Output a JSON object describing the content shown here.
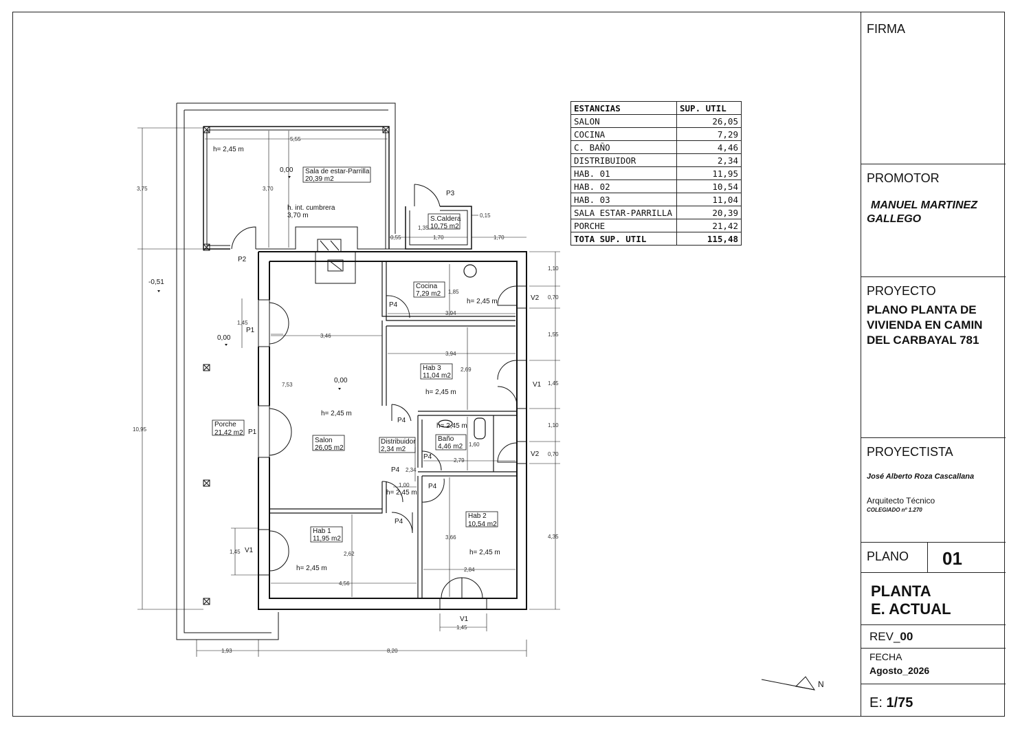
{
  "areas_table": {
    "header": {
      "name": "ESTANCIAS",
      "area": "SUP. UTIL"
    },
    "rows": [
      {
        "name": "SALON",
        "area": "26,05"
      },
      {
        "name": "COCINA",
        "area": "7,29"
      },
      {
        "name": "C. BAÑO",
        "area": "4,46"
      },
      {
        "name": "DISTRIBUIDOR",
        "area": "2,34"
      },
      {
        "name": "HAB. 01",
        "area": "11,95"
      },
      {
        "name": "HAB. 02",
        "area": "10,54"
      },
      {
        "name": "HAB. 03",
        "area": "11,04"
      },
      {
        "name": "SALA ESTAR-PARRILLA",
        "area": "20,39"
      },
      {
        "name": "PORCHE",
        "area": "21,42"
      }
    ],
    "total": {
      "name": "TOTA SUP. UTIL",
      "area": "115,48"
    }
  },
  "rooms": {
    "sala": {
      "name": "Sala de estar-Parrilla",
      "area": "20,39 m2",
      "height": "h= 2,45 m",
      "level": "0,00",
      "cumbrera_1": "h. int. cumbrera",
      "cumbrera_2": "3,70 m"
    },
    "caldera": {
      "name": "S.Caldera",
      "area": "10,75 m2"
    },
    "cocina": {
      "name": "Cocina",
      "area": "7,29 m2",
      "height": "h= 2,45 m"
    },
    "hab3": {
      "name": "Hab 3",
      "area": "11,04 m2",
      "height": "h= 2,45 m"
    },
    "salon": {
      "name": "Salon",
      "area": "26,05 m2",
      "height": "h= 2,45 m",
      "level": "0,00"
    },
    "porche": {
      "name": "Porche",
      "area": "21,42 m2",
      "level": "0,00",
      "outer_level": "-0,51"
    },
    "distribuidor": {
      "name": "Distribuidor",
      "area": "2,34 m2",
      "height": "h= 2,45 m"
    },
    "bano": {
      "name": "Baño",
      "area": "4,46 m2",
      "height": "h= 2,45 m"
    },
    "hab1": {
      "name": "Hab 1",
      "area": "11,95 m2",
      "height": "h= 2,45 m"
    },
    "hab2": {
      "name": "Hab 2",
      "area": "10,54 m2",
      "height": "h= 2,45 m"
    }
  },
  "openings": {
    "p1": "P1",
    "p2": "P2",
    "p3": "P3",
    "p4": "P4",
    "v1": "V1",
    "v2": "V2"
  },
  "dimensions": {
    "d555": "5,55",
    "d375": "3,75",
    "d370": "3,70",
    "d1095": "10,95",
    "d346": "3,46",
    "d753": "7,53",
    "d145": "1,45",
    "d055": "0,55",
    "d170": "1,70",
    "d015": "0,15",
    "d135": "1,35",
    "d185": "1,85",
    "d394": "3,94",
    "d269": "2,69",
    "d110": "1,10",
    "d070": "0,70",
    "d155": "1,55",
    "d160": "1,60",
    "d279": "2,79",
    "d234": "2,34",
    "d100": "1,00",
    "d262": "2,62",
    "d456": "4,56",
    "d366": "3,66",
    "d284": "2,84",
    "d435": "4,35",
    "d193": "1,93",
    "d820": "8,20"
  },
  "north": "N",
  "title_block": {
    "firma": "FIRMA",
    "promotor_label": "PROMOTOR",
    "promotor_name_1": "MANUEL MARTINEZ",
    "promotor_name_2": "GALLEGO",
    "proyecto_label": "PROYECTO",
    "proyecto_1": "PLANO  PLANTA DE",
    "proyecto_2": "VIVIENDA EN CAMIN",
    "proyecto_3": "DEL CARBAYAL 781",
    "proyectista_label": "PROYECTISTA",
    "proyectista_name": "José Alberto Roza Cascallana",
    "proyectista_role": "Arquitecto Técnico",
    "colegiado": "COLEGIADO nº 1.270",
    "plano_label": "PLANO",
    "plano_number": "01",
    "plano_title_1": "PLANTA",
    "plano_title_2": "E. ACTUAL",
    "rev_prefix": "REV_",
    "rev_number": "00",
    "fecha_label": "FECHA",
    "fecha_value": "Agosto_2026",
    "escala_prefix": "E: ",
    "escala_value": "1/75"
  }
}
